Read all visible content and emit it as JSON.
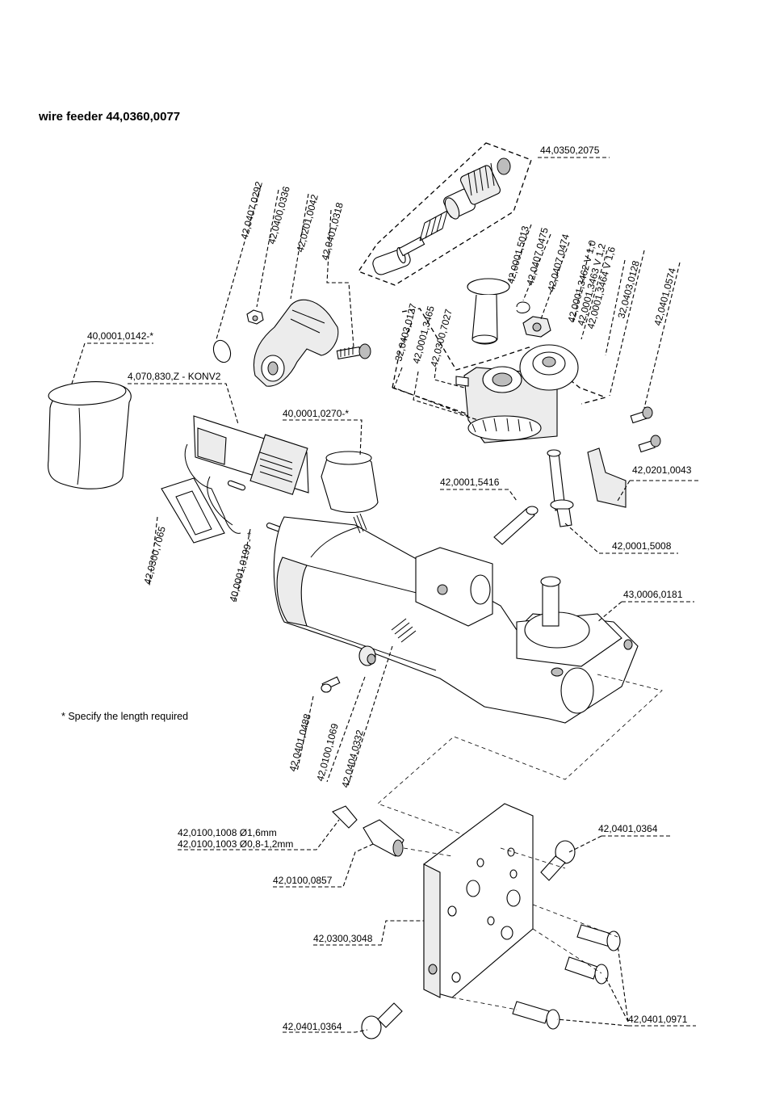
{
  "title": "wire feeder  44,0360,0077",
  "note": "* Specify the length required",
  "labels": {
    "l_44_0350_2075": "44,0350,2075",
    "l_42_0407_0292": "42,0407,0292",
    "l_42_0400_0336": "42,0400,0336",
    "l_42_0201_0042": "42,0201,0042",
    "l_42_0401_0318": "42,0401,0318",
    "l_40_0001_0142": "40,0001,0142-*",
    "l_4_070_830_z": "4,070,830,Z - KONV2",
    "l_40_0001_0270": "40,0001,0270-*",
    "l_42_0001_5013": "42,0001,5013",
    "l_42_0407_0475": "42,0407,0475",
    "l_42_0407_0474": "42,0407,0474",
    "l_42_0001_3462": "42,0001,3462 V 1,0",
    "l_42_0001_3463": "42,0001,3463 V 1,2",
    "l_42_0001_3464": "42,0001,3464 V 1,6",
    "l_32_0403_0128": "32,0403,0128",
    "l_42_0401_0574": "42,0401,0574",
    "l_32_0403_0127": "32,0403,0127",
    "l_42_0001_3465": "42,0001,3465",
    "l_42_0300_7027": "42,0300,7027",
    "l_42_0201_0043": "42,0201,0043",
    "l_42_0001_5416": "42,0001,5416",
    "l_42_0001_5008": "42,0001,5008",
    "l_42_0300_7065": "42,0300,7065",
    "l_40_0001_0199": "40,0001,0199 - *",
    "l_43_0006_0181": "43,0006,0181",
    "l_42_0401_0488": "42,0401,0488",
    "l_42_0100_1069": "42,0100,1069",
    "l_42_0404_0332": "42,0404,0332",
    "l_42_0100_1008": "42,0100,1008 Ø1,6mm",
    "l_42_0100_1003": "42,0100,1003 Ø0,8-1,2mm",
    "l_42_0100_0857": "42,0100,0857",
    "l_42_0401_0364_a": "42,0401,0364",
    "l_42_0300_3048": "42,0300,3048",
    "l_42_0401_0364_b": "42,0401,0364",
    "l_42_0401_0971": "42,0401,0971"
  }
}
